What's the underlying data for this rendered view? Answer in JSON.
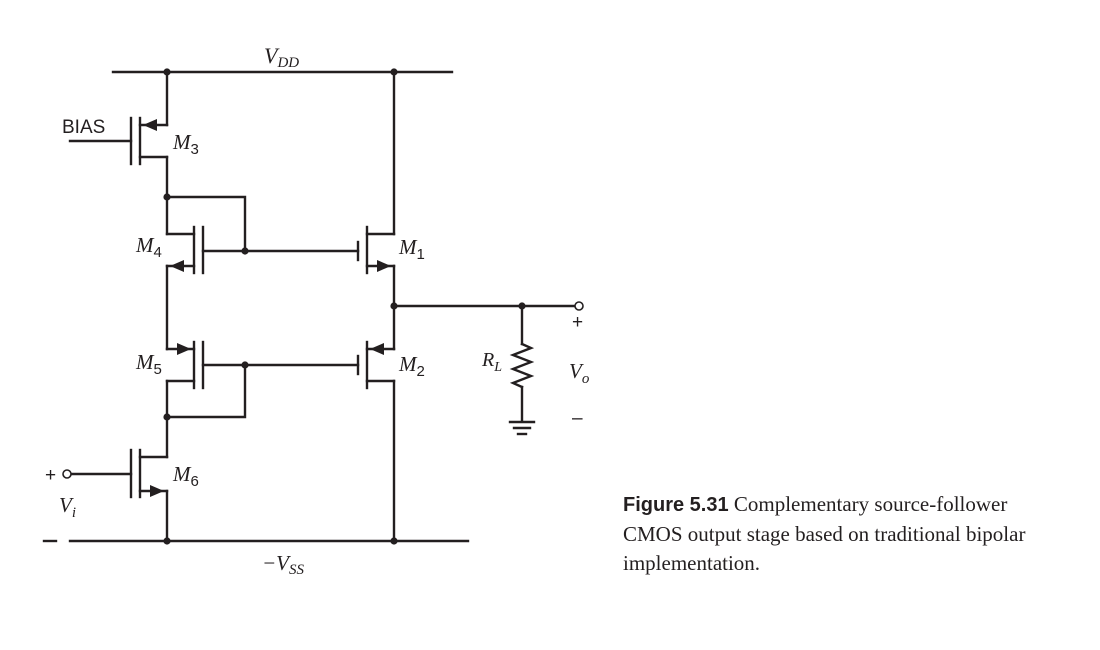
{
  "labels": {
    "vdd": "V",
    "vdd_sub": "DD",
    "vss_prefix": "−V",
    "vss_sub": "SS",
    "bias": "BIAS",
    "m1": "M",
    "m1_sub": "1",
    "m2": "M",
    "m2_sub": "2",
    "m3": "M",
    "m3_sub": "3",
    "m4": "M",
    "m4_sub": "4",
    "m5": "M",
    "m5_sub": "5",
    "m6": "M",
    "m6_sub": "6",
    "rl": "R",
    "rl_sub": "L",
    "vi": "V",
    "vi_sub": "i",
    "vo": "V",
    "vo_sub": "o",
    "plus": "+",
    "minus": "–"
  },
  "caption": {
    "figure_label": "Figure 5.31",
    "text": "Complementary source-follower CMOS output stage based on traditional bipolar implementation."
  }
}
